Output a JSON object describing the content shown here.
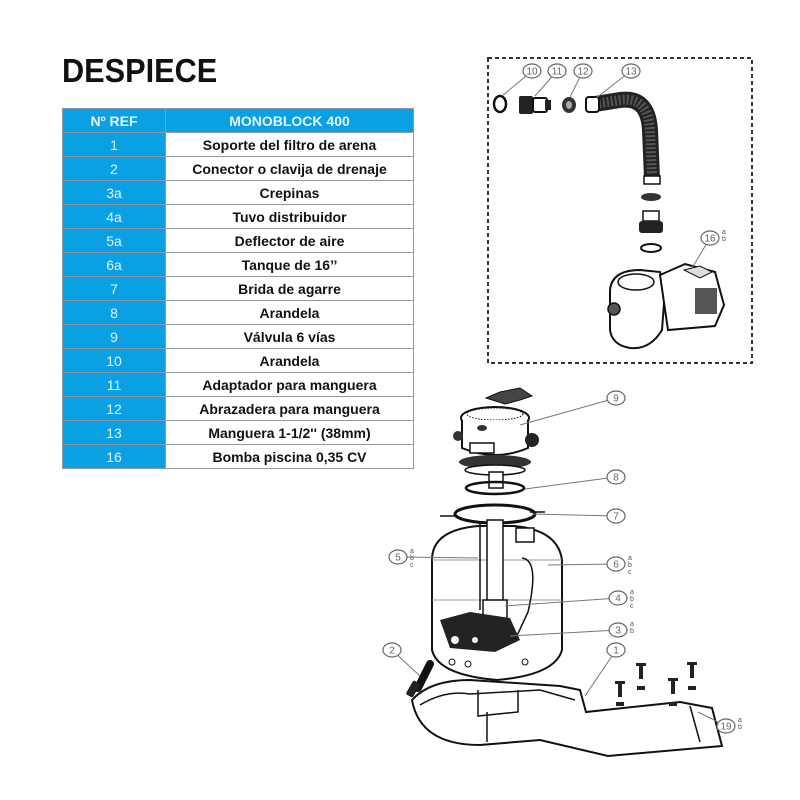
{
  "page": {
    "title": "DESPIECE"
  },
  "table": {
    "headers": {
      "ref": "Nº REF",
      "model": "MONOBLOCK 400"
    },
    "rows": [
      {
        "ref": "1",
        "description": "Soporte del filtro de arena"
      },
      {
        "ref": "2",
        "description": "Conector o clavija de drenaje"
      },
      {
        "ref": "3a",
        "description": "Crepinas"
      },
      {
        "ref": "4a",
        "description": "Tuvo distribuidor"
      },
      {
        "ref": "5a",
        "description": "Deflector de aire"
      },
      {
        "ref": "6a",
        "description": "Tanque de 16’’"
      },
      {
        "ref": "7",
        "description": "Brida de agarre"
      },
      {
        "ref": "8",
        "description": "Arandela"
      },
      {
        "ref": "9",
        "description": "Válvula 6 vías"
      },
      {
        "ref": "10",
        "description": "Arandela"
      },
      {
        "ref": "11",
        "description": "Adaptador para manguera"
      },
      {
        "ref": "12",
        "description": "Abrazadera para manguera"
      },
      {
        "ref": "13",
        "description": "Manguera 1-1/2'' (38mm)"
      },
      {
        "ref": "16",
        "description": "Bomba piscina 0,35 CV"
      }
    ]
  },
  "diagram": {
    "pump_inset_callouts": [
      {
        "label": "10"
      },
      {
        "label": "11"
      },
      {
        "label": "12"
      },
      {
        "label": "13"
      },
      {
        "label": "16",
        "variants": [
          "a",
          "b"
        ]
      }
    ],
    "filter_callouts": [
      {
        "label": "9"
      },
      {
        "label": "8"
      },
      {
        "label": "7"
      },
      {
        "label": "6",
        "variants": [
          "a",
          "b",
          "c"
        ]
      },
      {
        "label": "5",
        "variants": [
          "a",
          "b",
          "c"
        ]
      },
      {
        "label": "4",
        "variants": [
          "a",
          "b",
          "c"
        ]
      },
      {
        "label": "3",
        "variants": [
          "a",
          "b"
        ]
      },
      {
        "label": "2"
      },
      {
        "label": "1"
      },
      {
        "label": "19",
        "variants": [
          "a",
          "b"
        ]
      }
    ]
  },
  "colors": {
    "table_header_bg": "#0aa0e3",
    "table_ref_bg": "#0aa0e3",
    "table_border": "#8d9aa6",
    "title_text": "#111111"
  }
}
